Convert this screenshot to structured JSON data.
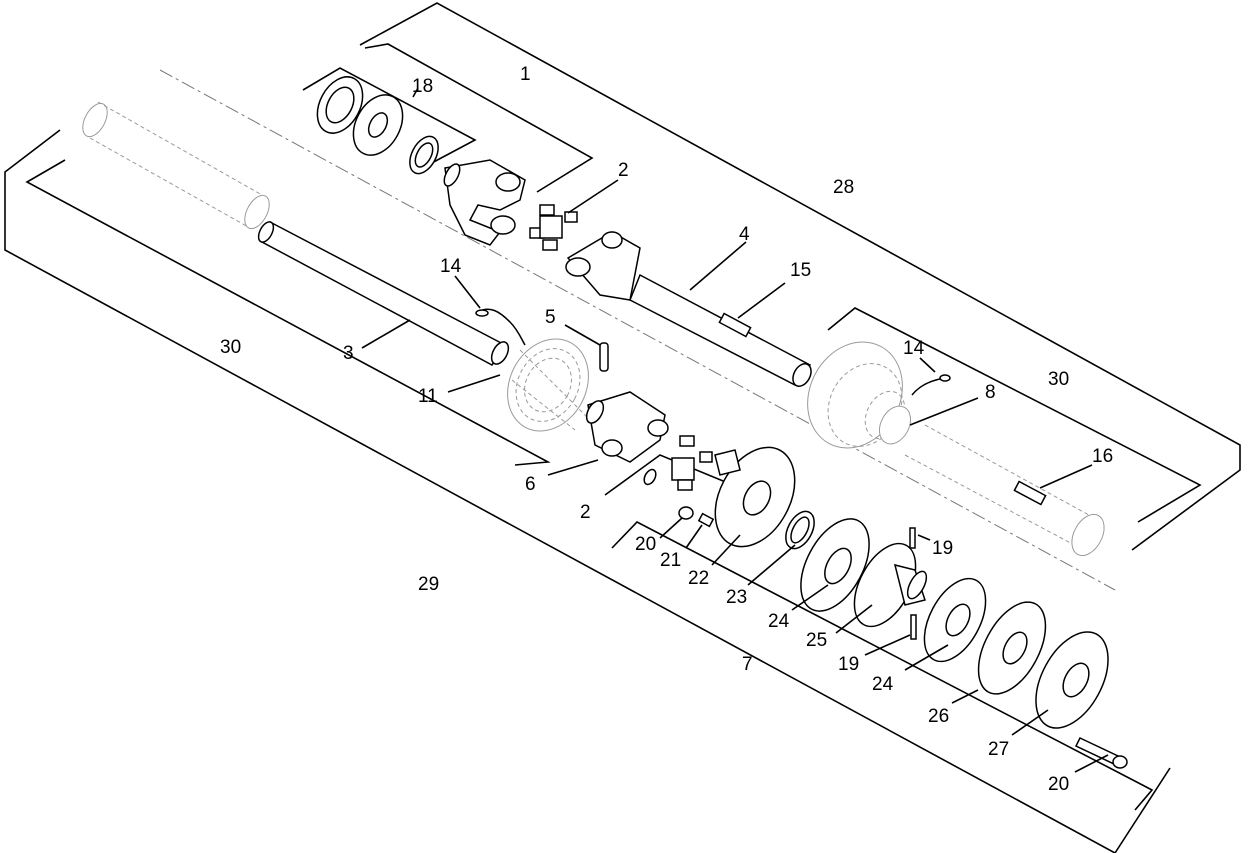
{
  "diagram": {
    "labels": {
      "c1": "1",
      "c2a": "2",
      "c2b": "2",
      "c3": "3",
      "c4": "4",
      "c5": "5",
      "c6": "6",
      "c7": "7",
      "c8": "8",
      "c11": "11",
      "c14a": "14",
      "c14b": "14",
      "c15": "15",
      "c16": "16",
      "c18": "18",
      "c19a": "19",
      "c19b": "19",
      "c20a": "20",
      "c20b": "20",
      "c21": "21",
      "c22": "22",
      "c23": "23",
      "c24a": "24",
      "c24b": "24",
      "c25": "25",
      "c26": "26",
      "c27": "27",
      "c28": "28",
      "c29": "29",
      "c30a": "30",
      "c30b": "30"
    }
  }
}
